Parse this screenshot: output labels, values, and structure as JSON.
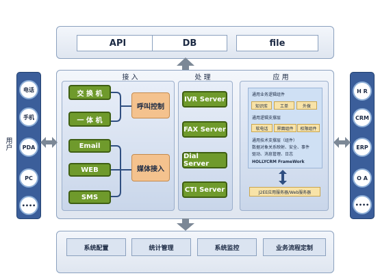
{
  "top": {
    "items": [
      "API",
      "DB",
      "file"
    ]
  },
  "headers": {
    "access": "接 入",
    "process": "处 理",
    "app": "应 用"
  },
  "user_label": "用户",
  "left_devices": [
    "电话",
    "手机",
    "PDA",
    "PC",
    "••••"
  ],
  "right_systems": [
    "H R",
    "CRM",
    "ERP",
    "O A",
    "••••"
  ],
  "access": {
    "telecom": [
      "交 换 机",
      "一 体 机"
    ],
    "call_control": "呼叫控制",
    "media": [
      "Email",
      "WEB",
      "SMS"
    ],
    "media_access": "媒体接入"
  },
  "servers": [
    "IVR Server",
    "FAX Server",
    "Dial Server",
    "CTI Server"
  ],
  "app": {
    "biz_title": "通用业务逻辑组件",
    "biz_tags": [
      "知识库",
      "工单",
      "外拨"
    ],
    "support_title": "通用逻辑支撑层",
    "support_tags": [
      "软电话",
      "界面组件",
      "权限组件"
    ],
    "tech_title": "通用技术支撑层（组件）",
    "tech_line1": "数据对象关系映射、安全、事件",
    "tech_line2": "驱动、消息管理、日志",
    "framework": "HOLLYCRM FrameWork",
    "j2ee": "J2EE应用服务器/Web服务器"
  },
  "bottom": {
    "items": [
      "系统配置",
      "统计管理",
      "系统监控",
      "业务流程定制"
    ]
  },
  "colors": {
    "green": "#6f9a2c",
    "orange": "#f4c28e",
    "dark_blue": "#3b5e9a"
  }
}
